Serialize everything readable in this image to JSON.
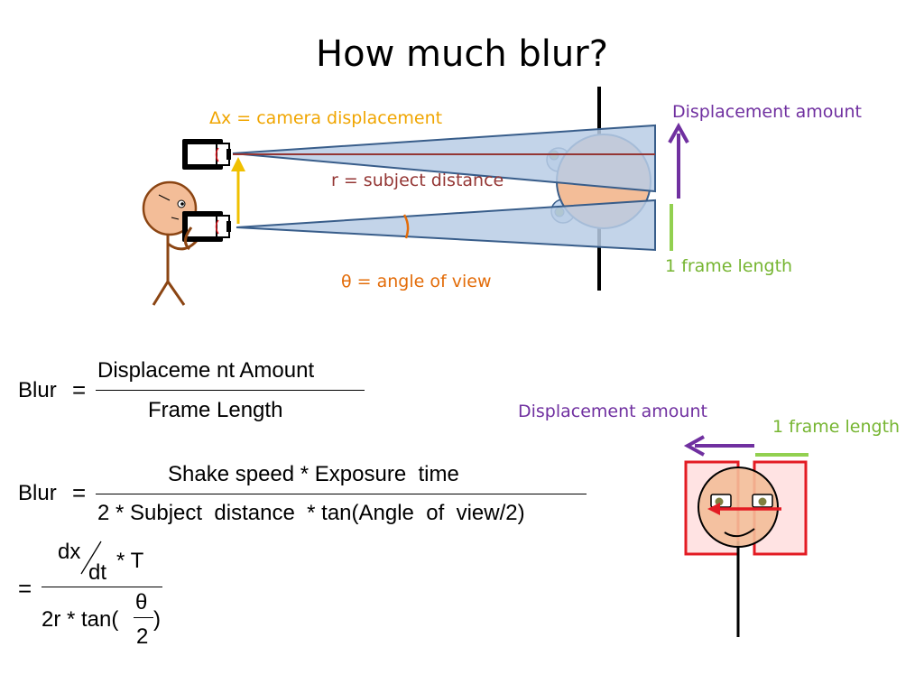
{
  "title": "How much blur?",
  "labels": {
    "camera_displacement": "Δx = camera displacement",
    "subject_distance": "r = subject distance",
    "angle_of_view": "θ = angle of view",
    "displacement_amount_top": "Displacement amount",
    "frame_length_top": "1 frame length",
    "displacement_amount_bottom": "Displacement amount",
    "frame_length_bottom": "1 frame length"
  },
  "equations": {
    "eq1": {
      "lhs": "Blur",
      "op": "=",
      "numerator": "Displaceme nt Amount",
      "denominator": "Frame Length"
    },
    "eq2": {
      "lhs": "Blur",
      "op": "=",
      "numerator": "Shake speed * Exposure  time",
      "denominator": "2 * Subject  distance  * tan(Angle  of  view/2)"
    },
    "eq3": {
      "op": "=",
      "dx": "dx",
      "dt": "dt",
      "times_t": "* T",
      "denom_prefix": "2r * tan(",
      "theta": "θ",
      "two": "2",
      "close_paren": ")"
    }
  },
  "colors": {
    "camera_displacement": "#f0a500",
    "subject_distance": "#943634",
    "angle_of_view": "#e36c09",
    "displacement": "#7030a0",
    "frame_length": "#92d050",
    "frame_box": "#e31b23",
    "view_cone": "#b9cde5",
    "cone_edge": "#385d8a",
    "skin": "#fac090",
    "person": "#8b4513"
  },
  "icons": [
    "camera-icon",
    "stick-figure-icon",
    "face-icon",
    "arrow-up-icon",
    "arrow-left-icon"
  ]
}
